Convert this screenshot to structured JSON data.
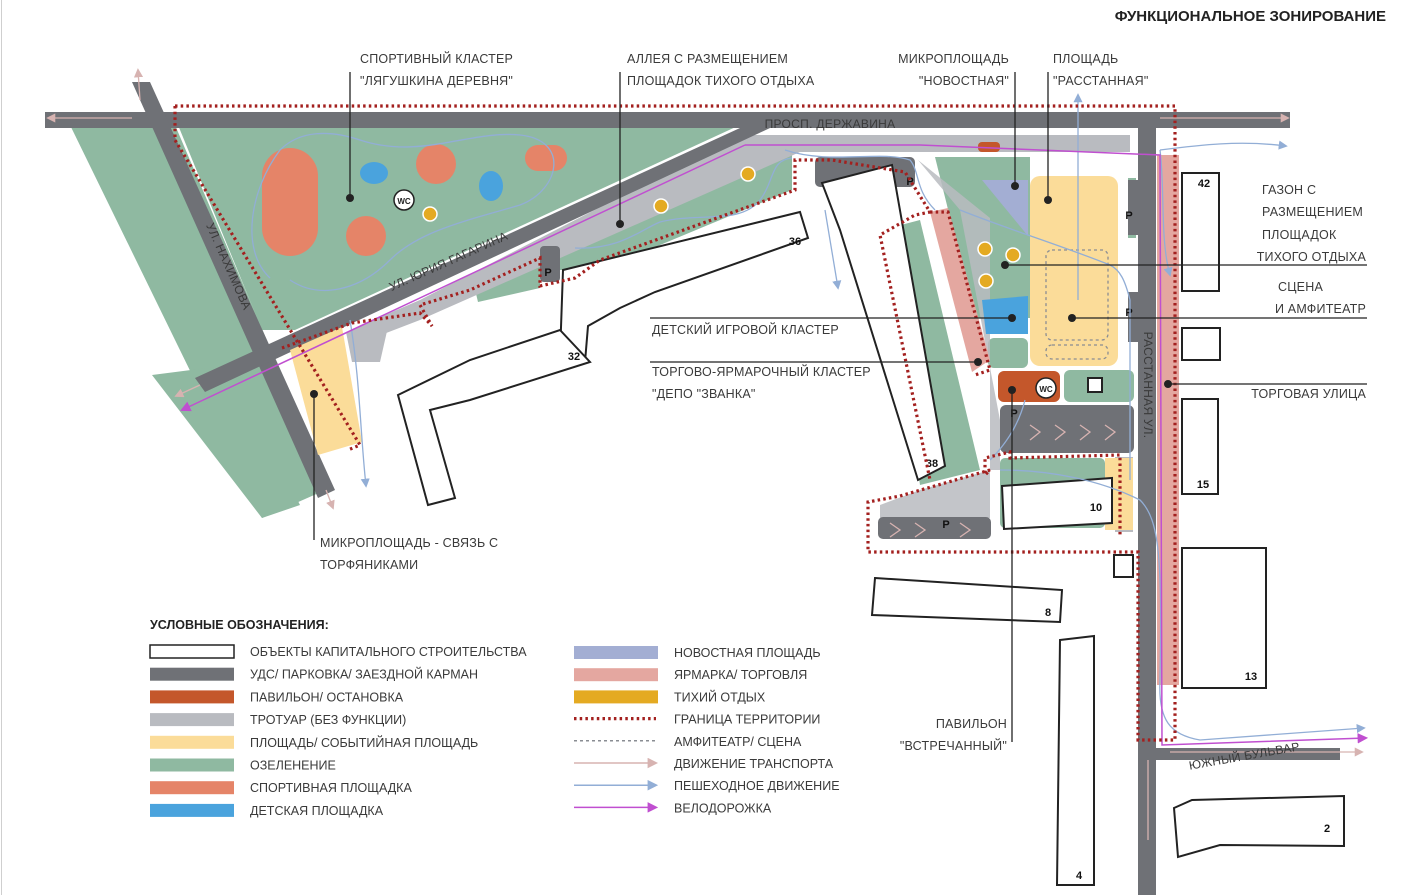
{
  "title": "ФУНКЦИОНАЛЬНОЕ ЗОНИРОВАНИЕ",
  "colors": {
    "building": "#ffffff",
    "road": "#6f7176",
    "pavilion": "#c4572b",
    "sidewalk": "#b9bbc0",
    "square": "#fbdc99",
    "green": "#8fb9a1",
    "sport": "#e58468",
    "kids": "#4aa3dd",
    "news": "#a3aed3",
    "fair": "#e4a7a0",
    "quiet": "#e4aa22",
    "boundary": "#a3201f",
    "transport": "#d7b3b1",
    "pedestrian": "#92aed6",
    "bike": "#c04fd0"
  },
  "roads": {
    "derzhavina": "ПРОСП. ДЕРЖАВИНА",
    "gagarina": "УЛ. ЮРИЯ ГАГАРИНА",
    "nakhimova": "УЛ. НАХИМОВА",
    "rasstannaya": "РАССТАННАЯ УЛ.",
    "yuzhny": "ЮЖНЫЙ БУЛЬВАР"
  },
  "buildings": {
    "b36": "36",
    "b32": "32",
    "b38": "38",
    "b42": "42",
    "b15": "15",
    "b10": "10",
    "b8": "8",
    "b13": "13",
    "b4": "4",
    "b2": "2"
  },
  "markers": {
    "parking": "P",
    "wc": "WC"
  },
  "callouts": {
    "sport_cluster": [
      "СПОРТИВНЫЙ КЛАСТЕР",
      "\"ЛЯГУШКИНА ДЕРЕВНЯ\""
    ],
    "alley": [
      "АЛЛЕЯ С РАЗМЕЩЕНИЕМ",
      "ПЛОЩАДОК ТИХОГО ОТДЫХА"
    ],
    "news_square": [
      "МИКРОПЛОЩАДЬ",
      "\"НОВОСТНАЯ\""
    ],
    "rasstannaya_square": [
      "ПЛОЩАДЬ",
      "\"РАССТАННАЯ\""
    ],
    "lawn": [
      "ГАЗОН С",
      "РАЗМЕЩЕНИЕМ",
      "ПЛОЩАДОК",
      "ТИХОГО ОТДЫХА"
    ],
    "stage": [
      "СЦЕНА",
      "И АМФИТЕАТР"
    ],
    "trade_street": "ТОРГОВАЯ УЛИЦА",
    "kids_cluster": "ДЕТСКИЙ ИГРОВОЙ КЛАСТЕР",
    "fair_cluster": [
      "ТОРГОВО-ЯРМАРОЧНЫЙ КЛАСТЕР",
      "\"ДЕПО \"ЗВАНКА\""
    ],
    "torfyaniki": [
      "МИКРОПЛОЩАДЬ - СВЯЗЬ С",
      "ТОРФЯНИКАМИ"
    ],
    "pavilion_meet": [
      "ПАВИЛЬОН",
      "\"ВСТРЕЧАННЫЙ\""
    ]
  },
  "legend": {
    "title": "УСЛОВНЫЕ ОБОЗНАЧЕНИЯ:",
    "left": [
      {
        "label": "ОБЪЕКТЫ КАПИТАЛЬНОГО СТРОИТЕЛЬСТВА",
        "kind": "outline",
        "color": "#ffffff"
      },
      {
        "label": "УДС/ ПАРКОВКА/ ЗАЕЗДНОЙ КАРМАН",
        "kind": "fill",
        "color": "#6f7176"
      },
      {
        "label": "ПАВИЛЬОН/ ОСТАНОВКА",
        "kind": "fill",
        "color": "#c4572b"
      },
      {
        "label": "ТРОТУАР (БЕЗ ФУНКЦИИ)",
        "kind": "fill",
        "color": "#b9bbc0"
      },
      {
        "label": "ПЛОЩАДЬ/ СОБЫТИЙНАЯ ПЛОЩАДЬ",
        "kind": "fill",
        "color": "#fbdc99"
      },
      {
        "label": "ОЗЕЛЕНЕНИЕ",
        "kind": "fill",
        "color": "#8fb9a1"
      },
      {
        "label": "СПОРТИВНАЯ ПЛОЩАДКА",
        "kind": "fill",
        "color": "#e58468"
      },
      {
        "label": "ДЕТСКАЯ ПЛОЩАДКА",
        "kind": "fill",
        "color": "#4aa3dd"
      }
    ],
    "right": [
      {
        "label": "НОВОСТНАЯ ПЛОЩАДЬ",
        "kind": "fill",
        "color": "#a3aed3"
      },
      {
        "label": "ЯРМАРКА/ ТОРГОВЛЯ",
        "kind": "fill",
        "color": "#e4a7a0"
      },
      {
        "label": "ТИХИЙ ОТДЫХ",
        "kind": "fill",
        "color": "#e4aa22"
      },
      {
        "label": "ГРАНИЦА ТЕРРИТОРИИ",
        "kind": "dots",
        "color": "#a3201f"
      },
      {
        "label": "АМФИТЕАТР/ СЦЕНА",
        "kind": "dash",
        "color": "#8a8d93"
      },
      {
        "label": "ДВИЖЕНИЕ ТРАНСПОРТА",
        "kind": "arrow",
        "color": "#d7b3b1"
      },
      {
        "label": "ПЕШЕХОДНОЕ ДВИЖЕНИЕ",
        "kind": "arrow",
        "color": "#92aed6"
      },
      {
        "label": "ВЕЛОДОРОЖКА",
        "kind": "arrow",
        "color": "#c04fd0"
      }
    ]
  }
}
